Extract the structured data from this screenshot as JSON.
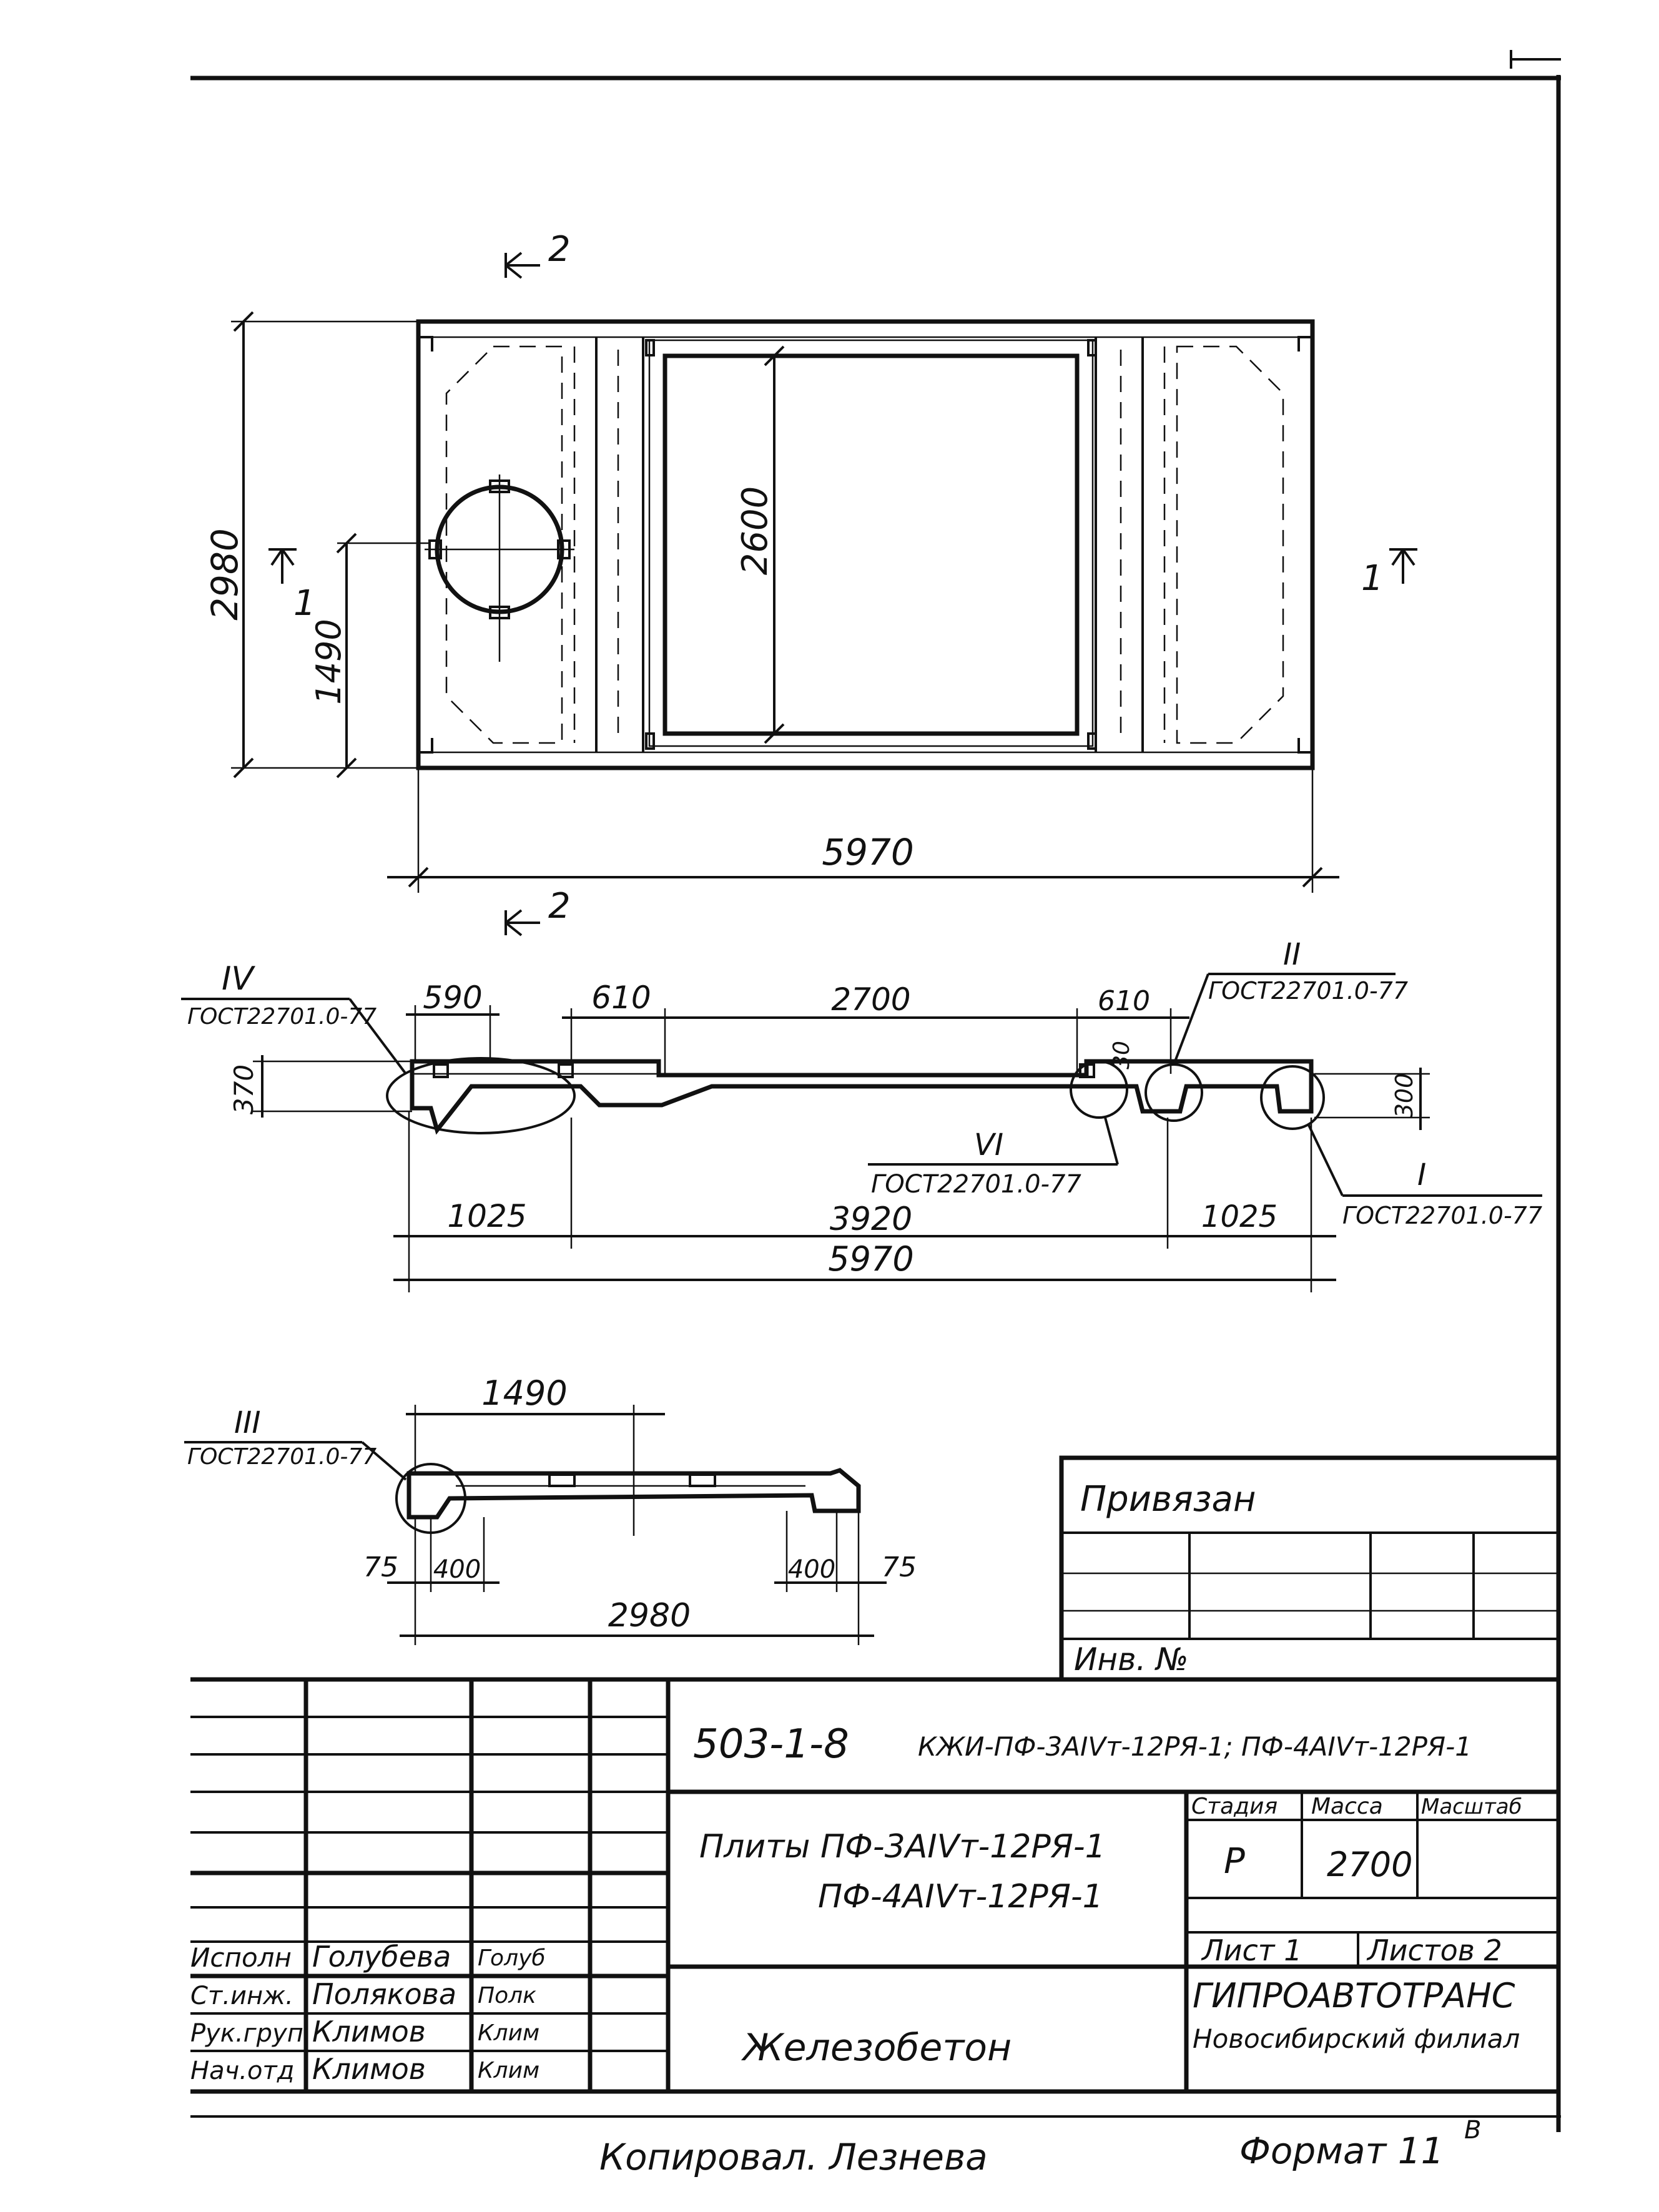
{
  "plan": {
    "section_2_top": "2",
    "section_2_bottom": "2",
    "section_1_left": "1",
    "section_1_right": "1",
    "dim_height": "2980",
    "dim_half": "1490",
    "dim_opening": "2600",
    "dim_length": "5970"
  },
  "section_long": {
    "node_iv_mark": "IV",
    "node_iv_ref": "ГОСТ22701.0-77",
    "node_ii_mark": "II",
    "node_ii_ref": "ГОСТ22701.0-77",
    "node_vi_mark": "VI",
    "node_vi_ref": "ГОСТ22701.0-77",
    "node_i_mark": "I",
    "node_i_ref": "ГОСТ22701.0-77",
    "dim_590": "590",
    "dim_610_left": "610",
    "dim_2700": "2700",
    "dim_610_right": "610",
    "dim_30": "30",
    "dim_370": "370",
    "dim_300": "300",
    "dim_1025_left": "1025",
    "dim_3920": "3920",
    "dim_1025_right": "1025",
    "dim_5970": "5970"
  },
  "section_cross": {
    "node_iii_mark": "III",
    "node_iii_ref": "ГОСТ22701.0-77",
    "dim_1490": "1490",
    "dim_75_left": "75",
    "dim_400_left": "400",
    "dim_400_right": "400",
    "dim_75_right": "75",
    "dim_2980": "2980"
  },
  "binding_box": {
    "privyazan": "Привязан",
    "inv_no": "Инв. №"
  },
  "title_block": {
    "code": "503-1-8",
    "designation": "КЖИ-ПФ-3АIVт-12РЯ-1; ПФ-4АIVт-12РЯ-1",
    "name_line1": "Плиты ПФ-3АIVт-12РЯ-1",
    "name_line2": "ПФ-4АIVт-12РЯ-1",
    "stage_label": "Стадия",
    "mass_label": "Масса",
    "scale_label": "Масштаб",
    "stage_value": "Р",
    "mass_value": "2700",
    "sheet_label": "Лист 1",
    "sheets_label": "Листов 2",
    "org": "ГИПРОАВТОТРАНС",
    "branch": "Новосибирский филиал",
    "material": "Железобетон",
    "roles": [
      "Исполн",
      "Ст.инж.",
      "Рук.груп.",
      "Нач.отд"
    ],
    "names": [
      "Голубева",
      "Полякова",
      "Климов",
      "Климов"
    ],
    "signatures": [
      "Голуб",
      "Полк",
      "Клим",
      "Клим"
    ]
  },
  "footer": {
    "copied_by": "Копировал. Лезнева",
    "format": "Формат 11",
    "format_sup": "В"
  }
}
